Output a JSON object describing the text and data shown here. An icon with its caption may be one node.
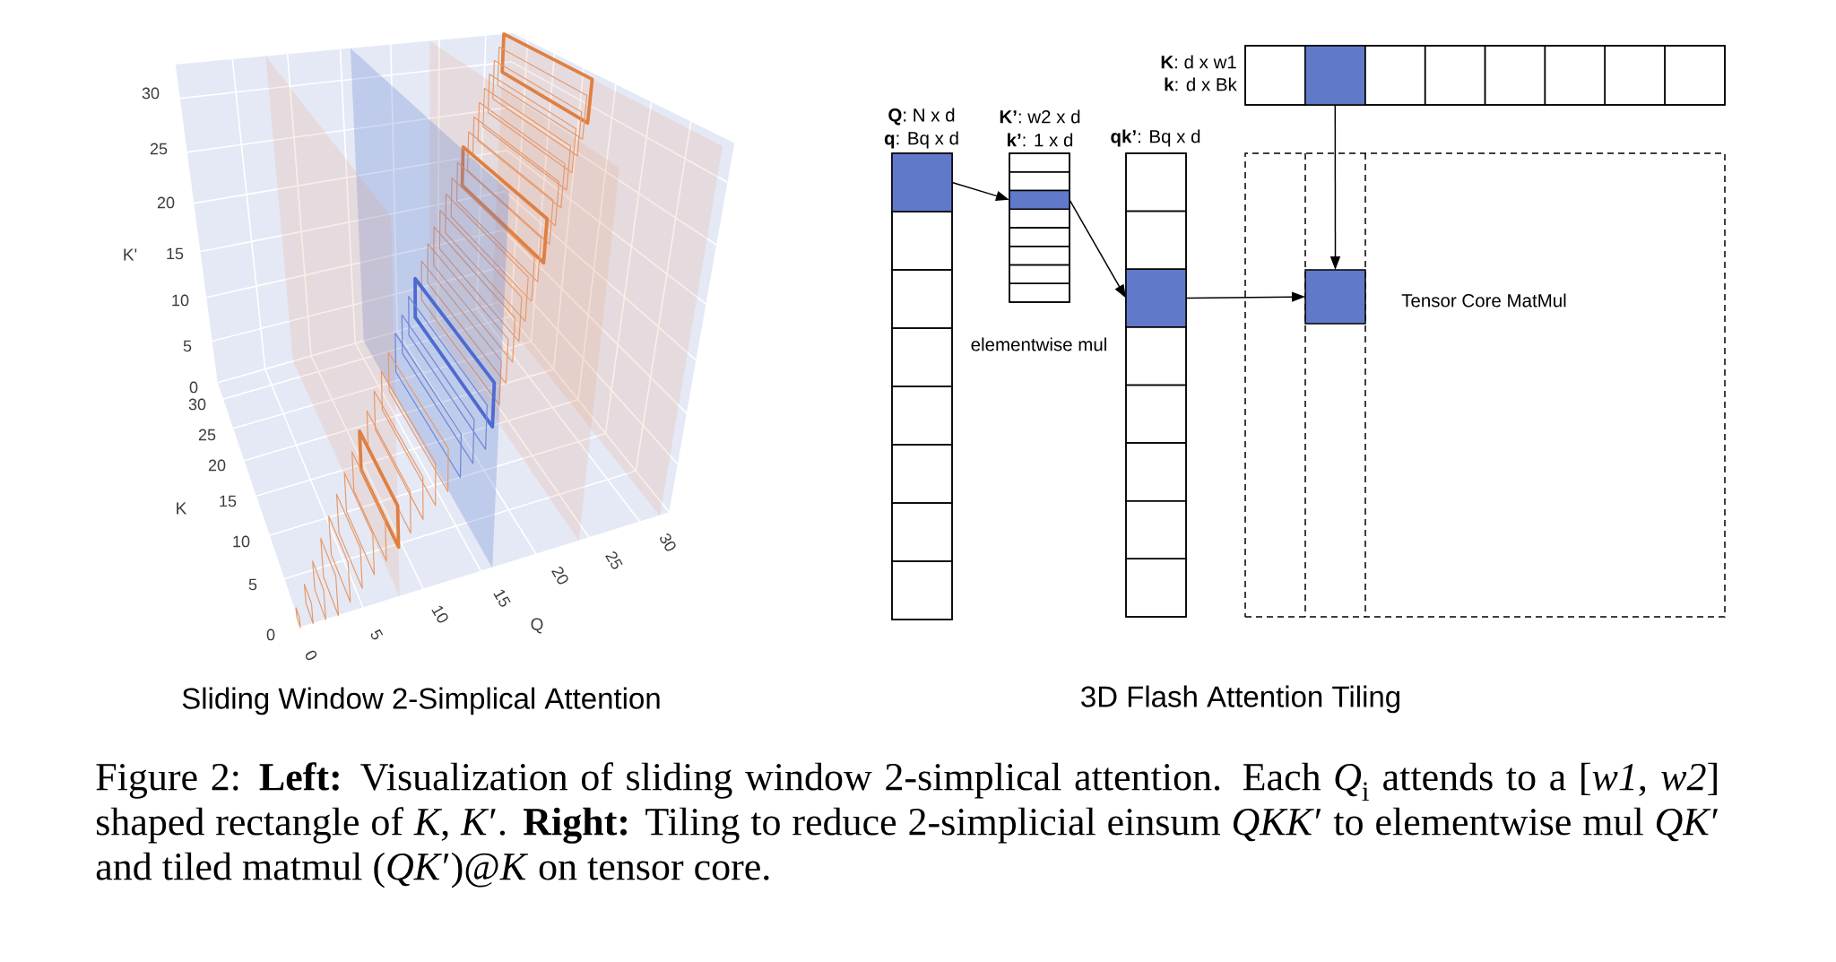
{
  "diagram": {
    "caption": "Figure 2: **Left:** Visualization of sliding window 2-simplical attention. Each *Q*$_{i}$ attends to a [*w1*, *w2*] shaped rectangle of *K*, *K*′. **Right:** Tiling to reduce 2-simplicial einsum *QKK*′ to elementwise mul *QK*′ and tiled matmul (*QK*′)@*K* on tensor core.",
    "nodes": [
      {
        "text": [
          "**Q**: N x d",
          "**q**: Bq x d"
        ]
      },
      {
        "text": [],
        "shape": "box",
        "in": 0
      },
      {
        "text": [
          "**K’**: w2 x d",
          "**k’**: 1 x d"
        ],
        "beside": [
          "elementwise mul"
        ]
      },
      {
        "text": [],
        "shape": "box",
        "in": 2
      },
      {
        "text": [
          "**qk’**: Bq x d"
        ]
      },
      {
        "text": [],
        "shape": "box",
        "in": 4
      },
      {
        "text": [
          "**K**: d x w1",
          "**k**: d x Bk"
        ]
      },
      {
        "text": [],
        "shape": "box",
        "in": 6
      },
      {
        "text": [
          "Tensor Core MatMul"
        ]
      },
      {
        "text": [],
        "shape": "box",
        "in": 8
      }
    ],
    "edges": [
      {
        "from": 1,
        "to": 3,
        "arrow": "to"
      },
      {
        "from": 3,
        "to": 5,
        "arrow": "to"
      },
      {
        "from": 5,
        "to": 9,
        "arrow": "to"
      },
      {
        "from": 7,
        "to": 9,
        "arrow": "to"
      }
    ],
    "labels": [
      "30",
      "25",
      "20",
      "15",
      "10",
      "5",
      "0",
      "K'",
      "30",
      "25",
      "20",
      "15",
      "10",
      "5",
      "0",
      "K",
      "0",
      "5",
      "10",
      "15",
      "20",
      "25",
      "30",
      "Q",
      "Sliding Window 2-Simplical Attention",
      "3D Flash Attention Tiling"
    ]
  }
}
